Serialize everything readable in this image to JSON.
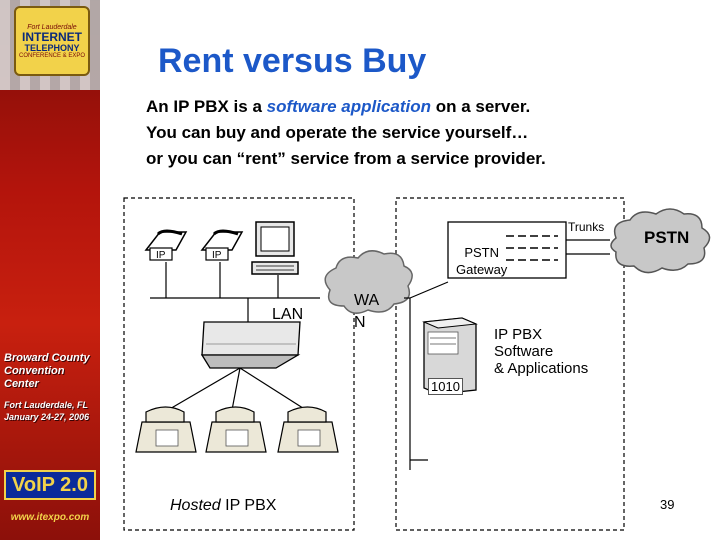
{
  "sidebar": {
    "logo": {
      "line1": "Fort Lauderdale",
      "line2": "INTERNET",
      "line3": "TELEPHONY",
      "line4": "CONFERENCE & EXPO"
    },
    "venue": "Broward County Convention Center",
    "location": "Fort Lauderdale, FL",
    "dates": "January 24-27, 2006",
    "event": "VoIP 2.0",
    "url": "www.itexpo.com"
  },
  "slide": {
    "title": "Rent versus Buy",
    "body": {
      "line1_pre": "An IP PBX is a ",
      "line1_em": "software application",
      "line1_post": " on a server.",
      "line2": "You can buy and operate the service yourself…",
      "line3": "or you can “rent” service from a service provider."
    },
    "page_number": "39"
  },
  "diagram": {
    "labels": {
      "trunks": "Trunks",
      "pstn_cloud": "PSTN",
      "pstn_gateway_1": "PSTN",
      "pstn_gateway_2": "Gateway",
      "lan": "LAN",
      "wan_1": "WA",
      "wan_2": "N",
      "ippbx_1": "IP PBX",
      "ippbx_2": "Software",
      "ippbx_3": "& Applications",
      "server_code": "1010",
      "hosted_em": "Hosted",
      "hosted_rest": " IP PBX",
      "ip_phone_tag": "IP"
    },
    "colors": {
      "cloud": "#c8c8c8",
      "title": "#1c58c8",
      "sidebar": "#b3140c"
    }
  }
}
